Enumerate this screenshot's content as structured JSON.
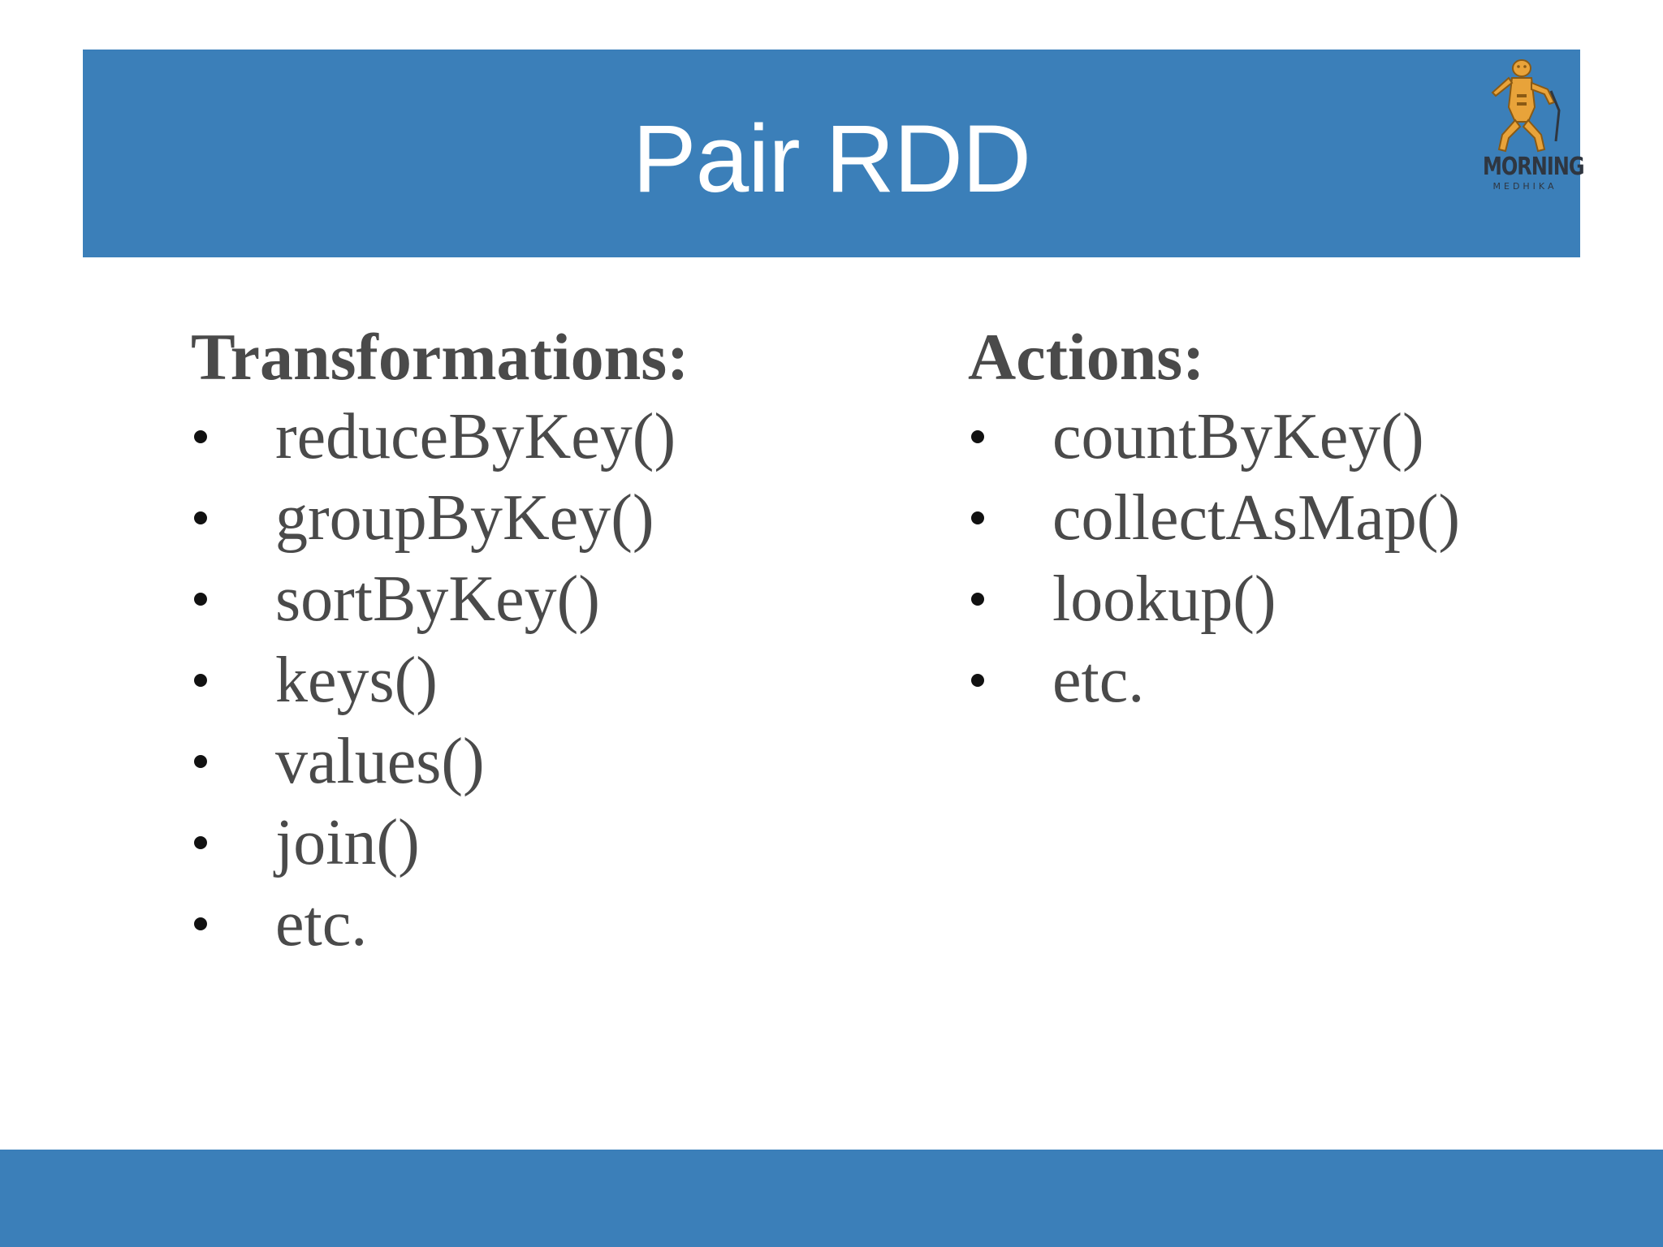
{
  "slide": {
    "title": "Pair RDD"
  },
  "logo": {
    "name": "MORNING",
    "sub": "MEDHIKA"
  },
  "columns": [
    {
      "heading": "Transformations:",
      "items": [
        "reduceByKey()",
        "groupByKey()",
        "sortByKey()",
        "keys()",
        "values()",
        "join()",
        "etc."
      ]
    },
    {
      "heading": "Actions:",
      "items": [
        "countByKey()",
        "collectAsMap()",
        "lookup()",
        "etc."
      ]
    }
  ],
  "colors": {
    "accent": "#3b7fb9",
    "text": "#4a4a4a",
    "title_text": "#ffffff",
    "logo_orange": "#e8a33a"
  }
}
